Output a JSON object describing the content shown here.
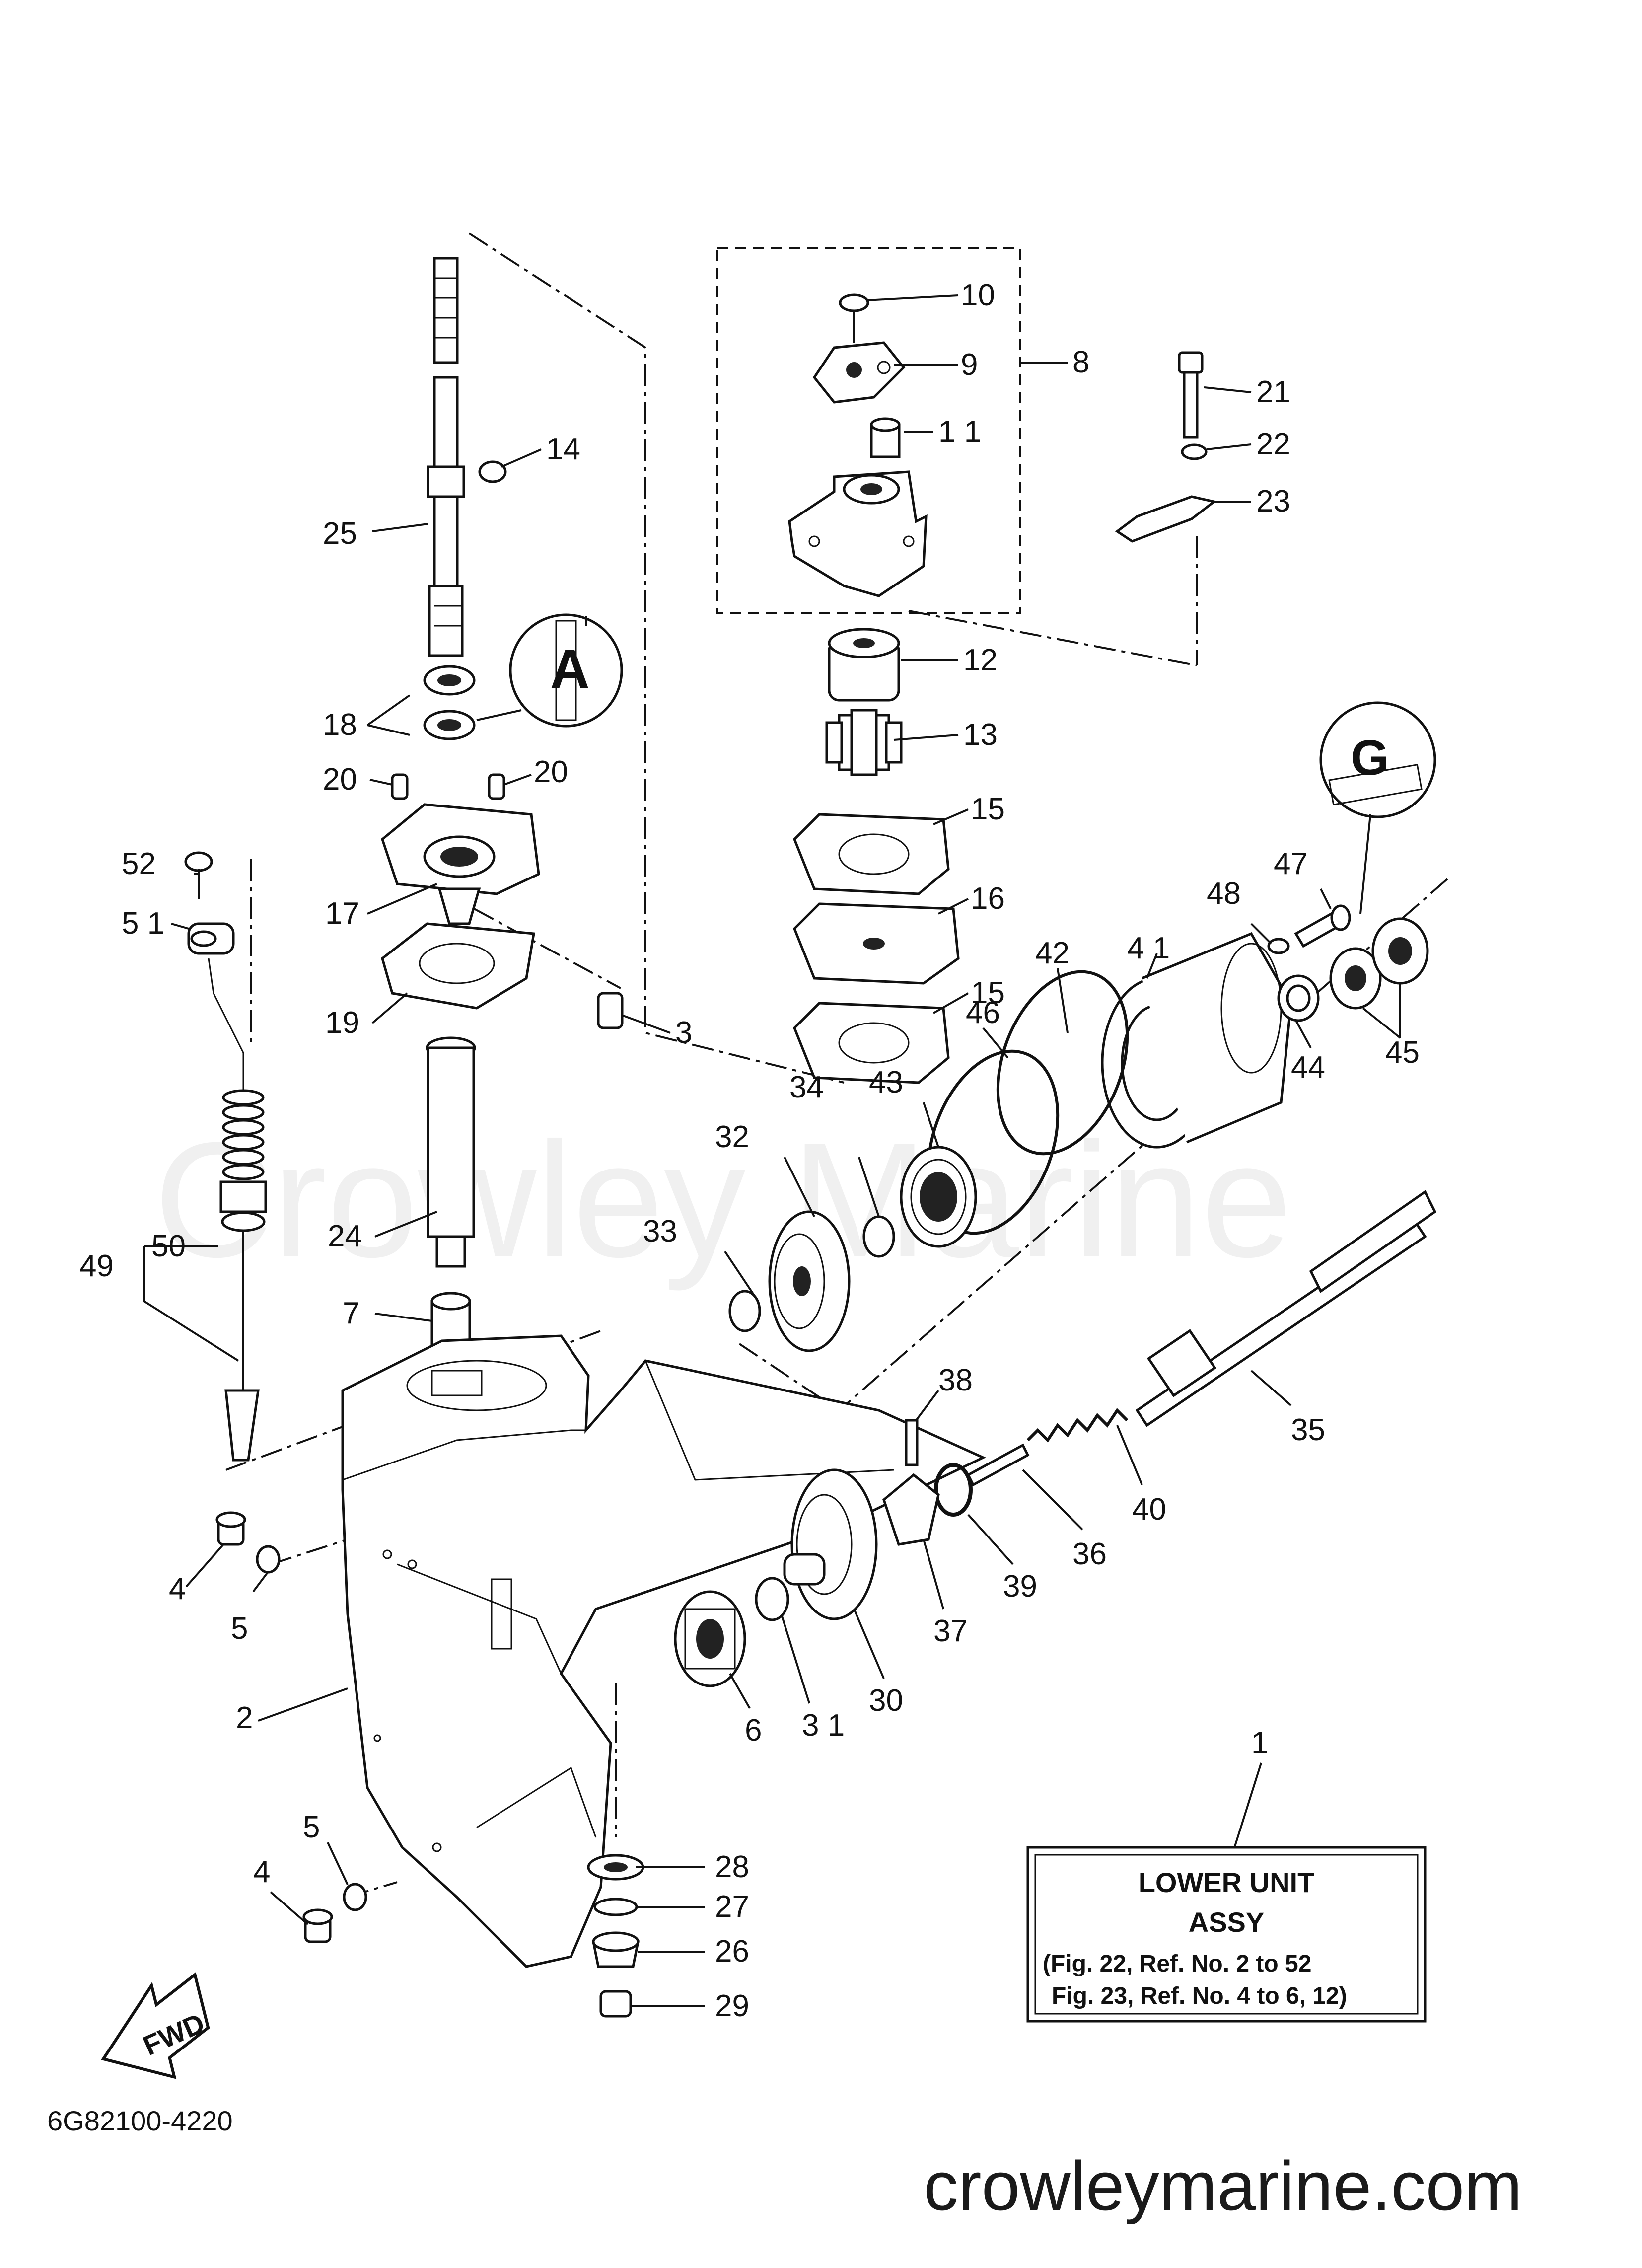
{
  "labels": {
    "p1": "1",
    "p2": "2",
    "p3": "3",
    "p4a": "4",
    "p4b": "4",
    "p5a": "5",
    "p5b": "5",
    "p6": "6",
    "p7": "7",
    "p8": "8",
    "p9": "9",
    "p10": "10",
    "p11": "1 1",
    "p12": "12",
    "p13": "13",
    "p14": "14",
    "p15a": "15",
    "p15b": "15",
    "p16": "16",
    "p17": "17",
    "p18": "18",
    "p19": "19",
    "p20a": "20",
    "p20b": "20",
    "p21": "21",
    "p22": "22",
    "p23": "23",
    "p24": "24",
    "p25": "25",
    "p26": "26",
    "p27": "27",
    "p28": "28",
    "p29": "29",
    "p30": "30",
    "p31": "3 1",
    "p32": "32",
    "p33": "33",
    "p34": "34",
    "p35": "35",
    "p36": "36",
    "p37": "37",
    "p38": "38",
    "p39": "39",
    "p40": "40",
    "p41": "4 1",
    "p42": "42",
    "p43": "43",
    "p44": "44",
    "p45": "45",
    "p46": "46",
    "p47": "47",
    "p48": "48",
    "p49": "49",
    "p50": "50",
    "p51": "5 1",
    "p52": "52"
  },
  "info_box": {
    "line1": "LOWER UNIT",
    "line2": "ASSY",
    "line3": "(Fig. 22, Ref. No. 2 to 52",
    "line4": "Fig. 23, Ref. No. 4 to 6, 12)"
  },
  "badges": {
    "grease_a": "A",
    "grease_g": "G",
    "fwd": "FWD"
  },
  "drawing_number": "6G82100-4220",
  "watermark": "Crowley Marine",
  "footer": "crowleymarine.com"
}
